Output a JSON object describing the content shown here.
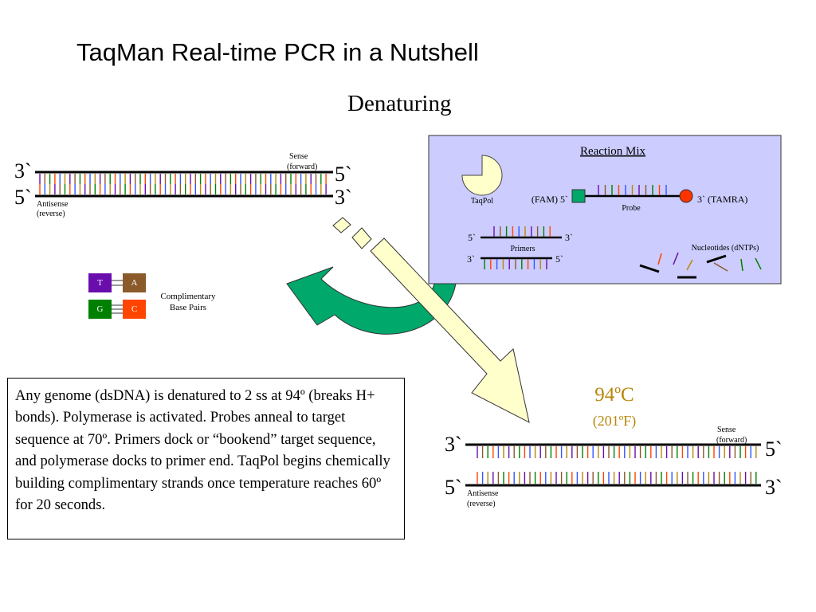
{
  "title": "TaqMan Real-time PCR in a Nutshell",
  "subtitle": "Denaturing",
  "colors": {
    "reaction_mix_bg": "#ccccff",
    "arrow_green": "#00a86b",
    "arrow_yellow": "#ffffcc",
    "fam_green": "#00a86b",
    "tamra_red": "#ff3300",
    "temp_color": "#b8860b",
    "base_T": "#6a0dad",
    "base_A": "#8b5a2b",
    "base_G": "#008000",
    "base_C": "#ff4500"
  },
  "top_dna": {
    "sense_label_line1": "Sense",
    "sense_label_line2": "(forward)",
    "antisense_label_line1": "Antisense",
    "antisense_label_line2": "(reverse)",
    "left_top_end": "3`",
    "left_bottom_end": "5`",
    "right_top_end": "5`",
    "right_bottom_end": "3`"
  },
  "base_pairs": {
    "pairs": [
      {
        "left": "T",
        "right": "A"
      },
      {
        "left": "G",
        "right": "C"
      }
    ],
    "label_line1": "Complimentary",
    "label_line2": "Base Pairs"
  },
  "reaction_mix": {
    "title": "Reaction Mix",
    "taqpol_label": "TaqPol",
    "fam_label": "(FAM) 5`",
    "probe_label": "Probe",
    "tamra_label": "3` (TAMRA)",
    "primers_label": "Primers",
    "primer_top_left": "5`",
    "primer_top_right": "3`",
    "primer_bottom_left": "3`",
    "primer_bottom_right": "5`",
    "nucleotides_label": "Nucleotides (dNTPs)"
  },
  "temperature": {
    "celsius": "94ºC",
    "fahrenheit": "(201ºF)"
  },
  "bottom_dna": {
    "sense_label_line1": "Sense",
    "sense_label_line2": "(forward)",
    "antisense_label_line1": "Antisense",
    "antisense_label_line2": "(reverse)",
    "left_top_end": "3`",
    "left_bottom_end": "5`",
    "right_top_end": "5`",
    "right_bottom_end": "3`"
  },
  "description": "Any genome (dsDNA) is denatured to 2 ss at 94º (breaks H+ bonds). Polymerase is activated. Probes anneal to target sequence at 70º.  Primers dock or “bookend” target sequence, and polymerase docks to primer end.  TaqPol begins chemically building complimentary strands once temperature reaches 60º for 20 seconds."
}
